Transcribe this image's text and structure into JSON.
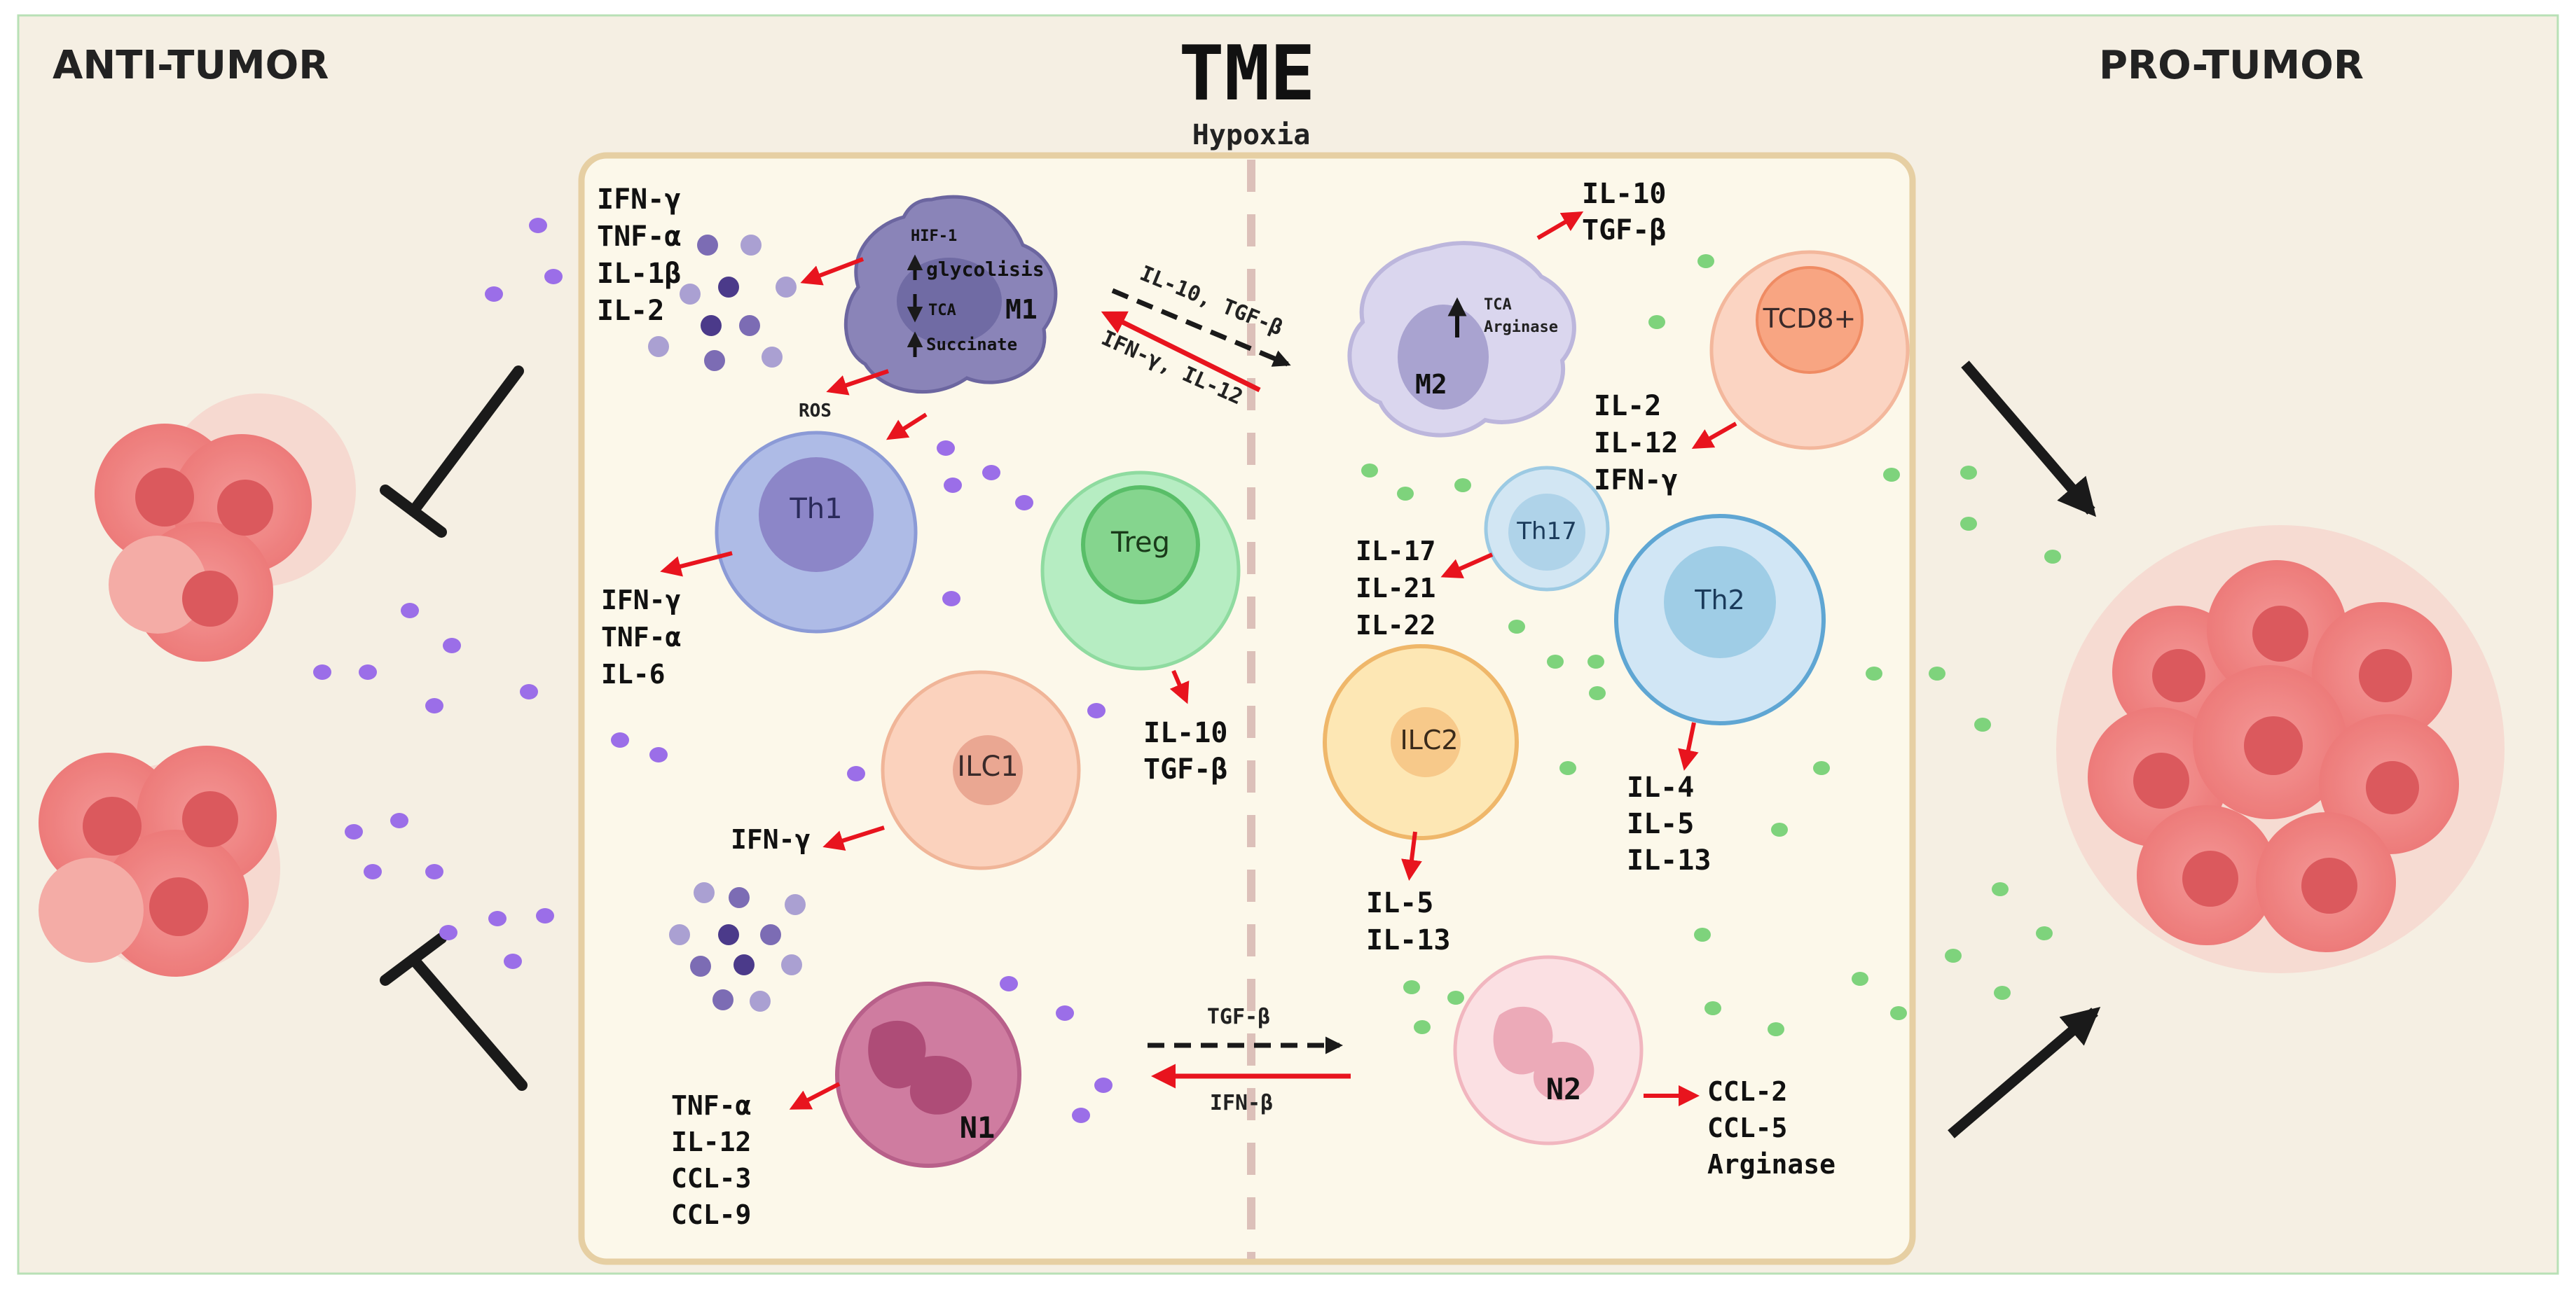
{
  "title": "TME",
  "subtitle": "Hypoxia",
  "left_label": "ANTI-TUMOR",
  "right_label": "PRO-TUMOR",
  "colors": {
    "background": "#f5efe3",
    "panel": "#fcf8ea",
    "panel_border": "#e6cfa3",
    "red_arrow": "#e8141e",
    "black_arrow": "#1a1a1a",
    "anti_particles": "#9b6ee8",
    "pro_particles": "#7ed37c",
    "tumor": "#f07a7a"
  },
  "cells": {
    "m1": "M1",
    "m2": "M2",
    "th1": "Th1",
    "treg": "Treg",
    "ilc1": "ILC1",
    "n1": "N1",
    "tcd8": "TCD8+",
    "th17": "Th17",
    "th2": "Th2",
    "ilc2": "ILC2",
    "n2": "N2"
  },
  "m1_metabolism": {
    "hif": "HIF-1",
    "glycolysis": "glycolisis",
    "tca": "TCA",
    "succinate": "Succinate"
  },
  "m2_metabolism": {
    "tca": "TCA",
    "arginase": "Arginase"
  },
  "labels": {
    "m1_cytokines": [
      "IFN-γ",
      "TNF-α",
      "IL-1β",
      "IL-2"
    ],
    "ros": "ROS",
    "th1_cytokines": [
      "IFN-γ",
      "TNF-α",
      "IL-6"
    ],
    "treg_cytokines": [
      "IL-10",
      "TGF-β"
    ],
    "ilc1_cytokines": [
      "IFN-γ"
    ],
    "n1_cytokines": [
      "TNF-α",
      "IL-12",
      "CCL-3",
      "CCL-9"
    ],
    "m2_cytokines": [
      "IL-10",
      "TGF-β"
    ],
    "tcd8_cytokines": [
      "IL-2",
      "IL-12",
      "IFN-γ"
    ],
    "th17_cytokines": [
      "IL-17",
      "IL-21",
      "IL-22"
    ],
    "th2_cytokines": [
      "IL-4",
      "IL-5",
      "IL-13"
    ],
    "ilc2_cytokines": [
      "IL-5",
      "IL-13"
    ],
    "n2_cytokines": [
      "CCL-2",
      "CCL-5",
      "Arginase"
    ],
    "m1_to_m2": "IL-10, TGF-β",
    "m2_to_m1": "IFN-γ, IL-12",
    "n1_to_n2": "TGF-β",
    "n2_to_n1": "IFN-β"
  }
}
